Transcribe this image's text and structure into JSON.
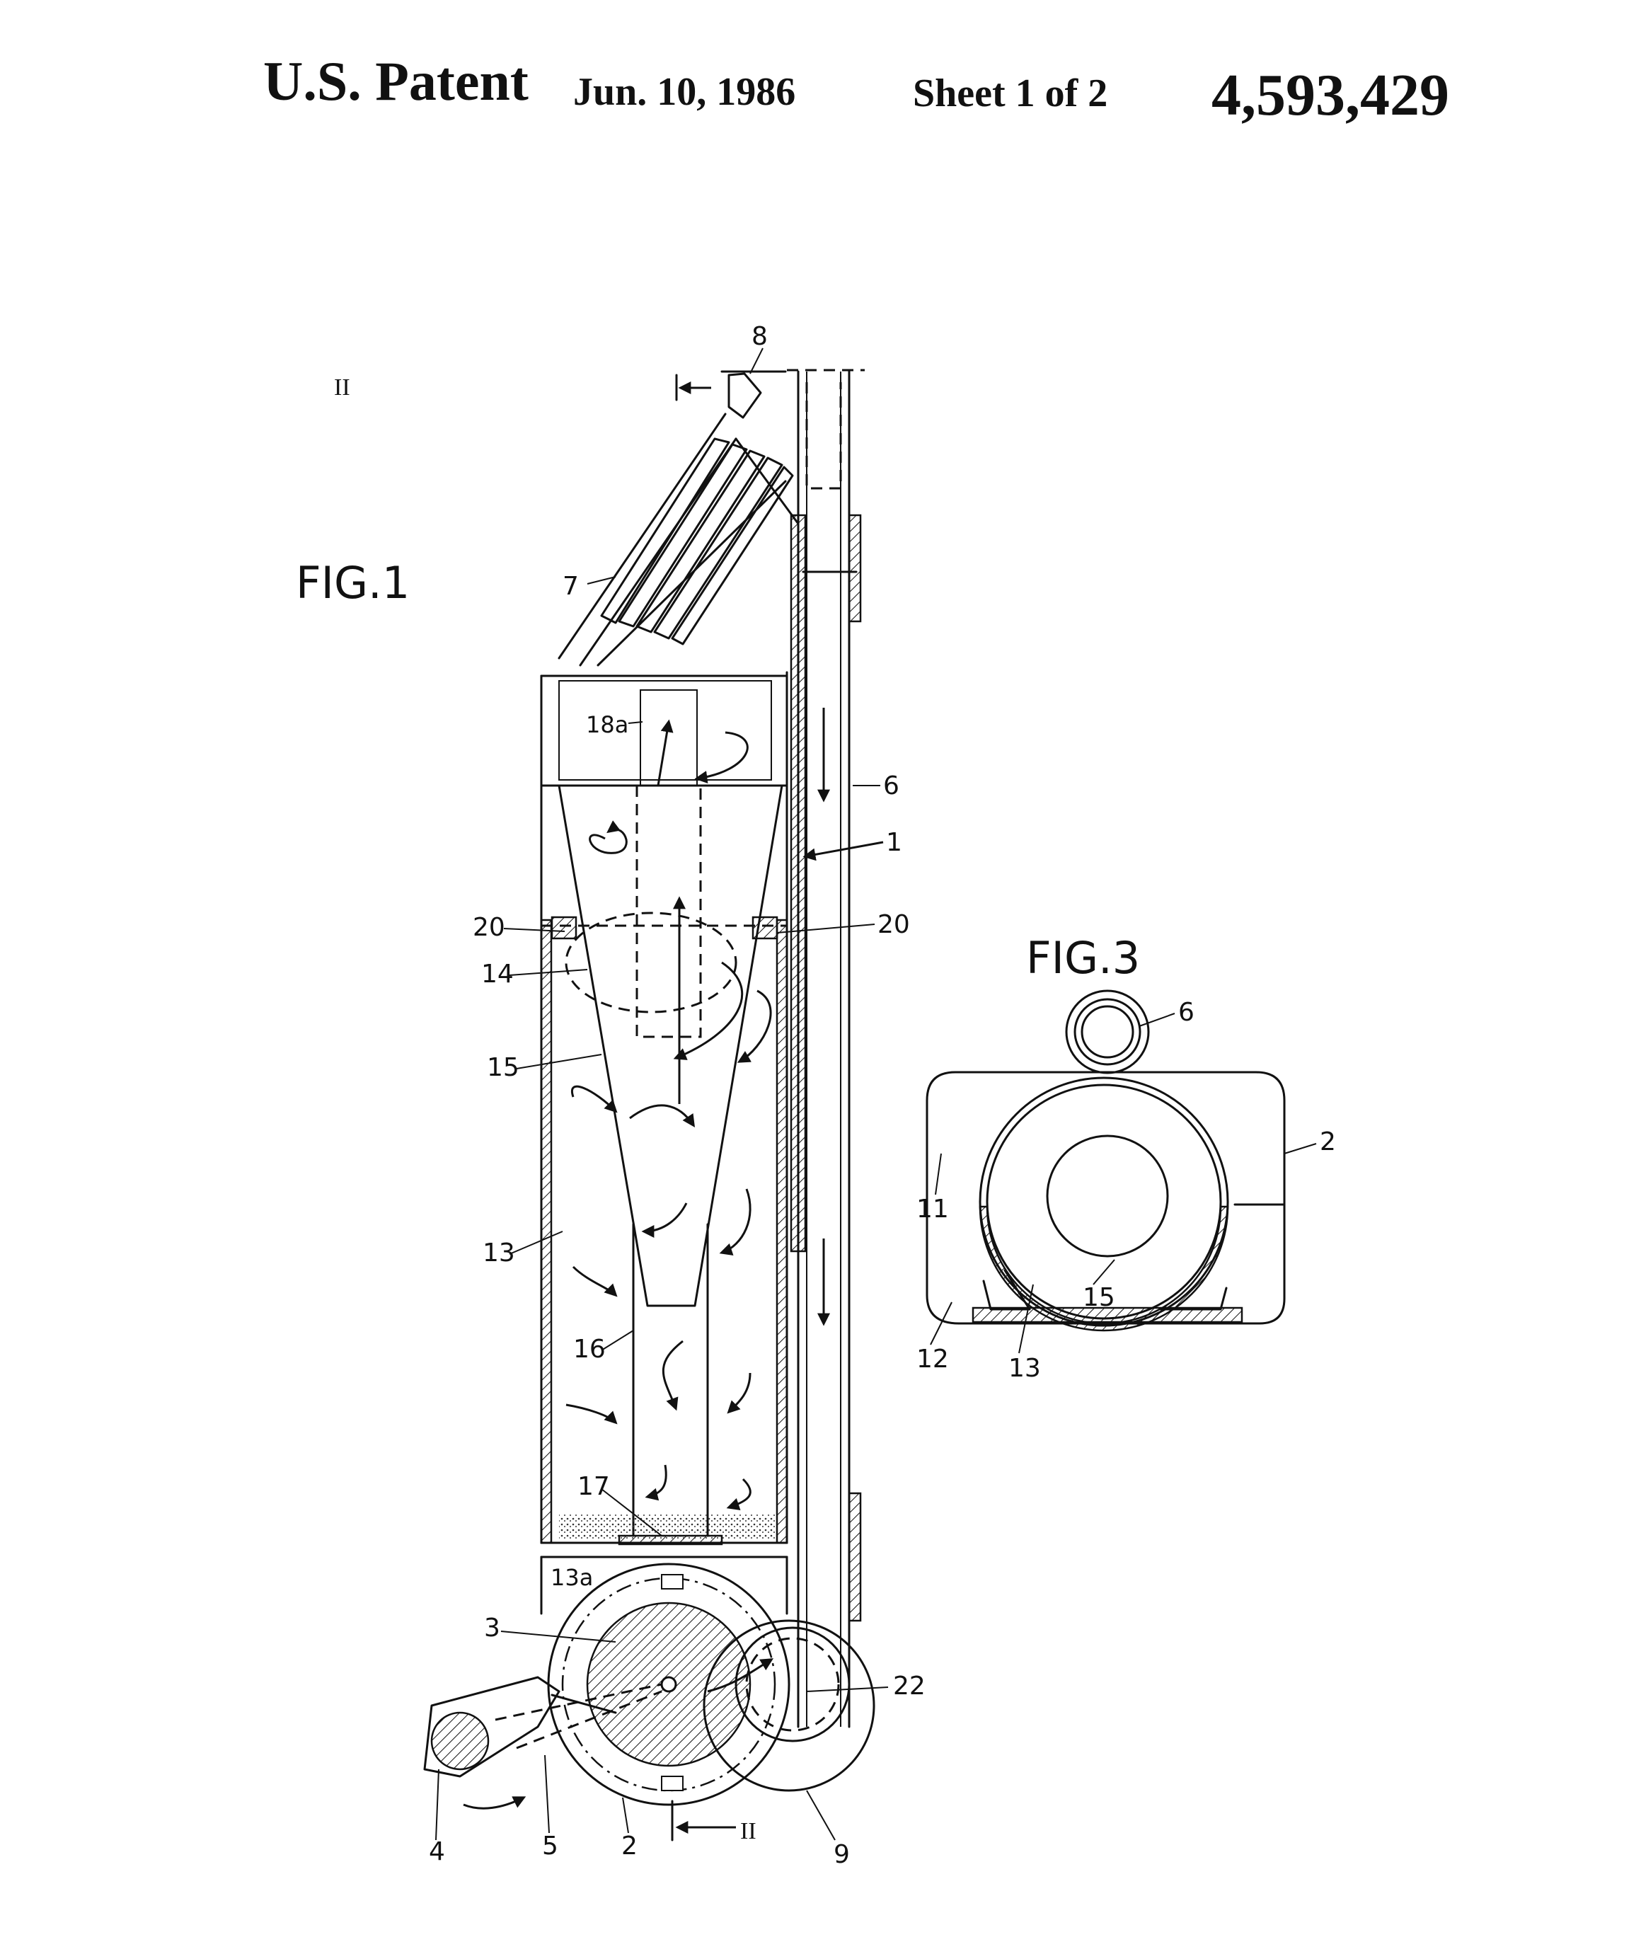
{
  "header": {
    "patent_label": "U.S. Patent",
    "date": "Jun. 10, 1986",
    "sheet": "Sheet 1 of 2",
    "patent_number": "4,593,429"
  },
  "figures": [
    {
      "label": "FIG.1",
      "section_marker": "II",
      "reference_numerals": [
        "8",
        "7",
        "18a",
        "6",
        "1",
        "20",
        "20",
        "14",
        "15",
        "13",
        "16",
        "17",
        "13a",
        "3",
        "22",
        "4",
        "5",
        "2",
        "9"
      ]
    },
    {
      "label": "FIG.3",
      "reference_numerals": [
        "6",
        "2",
        "11",
        "15",
        "12",
        "13"
      ]
    }
  ]
}
